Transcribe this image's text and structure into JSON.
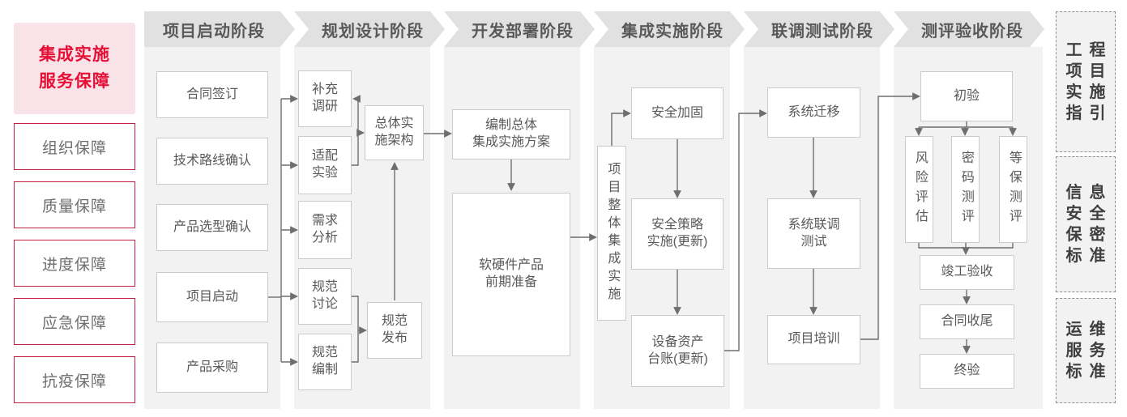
{
  "colors": {
    "accent_red": "#e60f35",
    "red_border": "#c5203f",
    "pink_bg": "#fae3e8",
    "panel_gray": "#f2f2f2",
    "banner_gray": "#e1e1e1",
    "box_border": "#cbcbcb",
    "text_gray": "#595959",
    "connector_gray": "#6e6e6e"
  },
  "sidebar": {
    "title": "集成实施\n服务保障",
    "items": [
      "组织保障",
      "质量保障",
      "进度保障",
      "应急保障",
      "抗疫保障"
    ]
  },
  "phases": [
    {
      "label": "项目启动阶段",
      "steps": [
        "合同签订",
        "技术路线确认",
        "产品选型确认",
        "项目启动",
        "产品采购"
      ]
    },
    {
      "label": "规划设计阶段",
      "steps": [
        "补充\n调研",
        "适配\n实验",
        "需求\n分析",
        "规范\n讨论",
        "规范\n编制",
        "总体实\n施架构",
        "规范\n发布"
      ]
    },
    {
      "label": "开发部署阶段",
      "steps": [
        "编制总体\n集成实施方案",
        "软硬件产品\n前期准备"
      ]
    },
    {
      "label": "集成实施阶段",
      "steps": [
        "项目整体集成实施",
        "安全加固",
        "安全策略\n实施(更新)",
        "设备资产\n台账(更新)"
      ]
    },
    {
      "label": "联调测试阶段",
      "steps": [
        "系统迁移",
        "系统联调\n测试",
        "项目培训"
      ]
    },
    {
      "label": "测评验收阶段",
      "steps": [
        "初验",
        "风险评估",
        "密码测评",
        "等保测评",
        "竣工验收",
        "合同收尾",
        "终验"
      ]
    }
  ],
  "standards": [
    "工程项目实施指引",
    "信息安全保密标准",
    "运维服务标准"
  ]
}
